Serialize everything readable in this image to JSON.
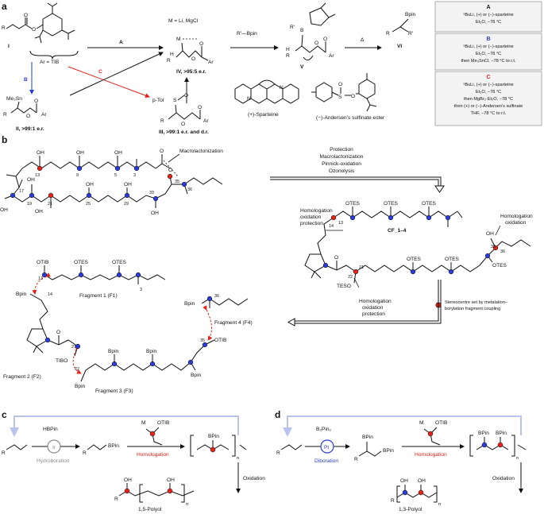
{
  "panels": [
    "a",
    "b",
    "c",
    "d"
  ],
  "a": {
    "I": "I",
    "ar_tib": "Ar = TIB",
    "route_A": "A",
    "route_B": "B",
    "route_C": "C",
    "metal": "M = Li, MgCl",
    "M": "M",
    "O": "O",
    "Ar": "Ar",
    "R": "R",
    "H": "H",
    "IV": "IV, >95:5 e.r.",
    "reagent": "R′—Bpin",
    "V": "V",
    "B": "B",
    "Rp": "R′",
    "delta": "Δ",
    "Bpin": "Bpin",
    "VI": "VI",
    "Me3Sn": "Me₃Sn",
    "II": "II, >99:1 e.r.",
    "pTol": "p-Tol",
    "S": "S",
    "III": "III, >99:1 e.r. and d.r.",
    "sparteine": "(+)-Sparteine",
    "andersen": "(−)-Andersen’s sulfinate ester",
    "boxes": [
      {
        "title": "A",
        "lines": [
          "ˢBuLi, (+) or (−)-sparteine",
          "Et₂O, −78 °C"
        ]
      },
      {
        "title": "B",
        "lines": [
          "ˢBuLi, (+) or (−)-sparteine",
          "Et₂O, −78 °C",
          "then Me₃SnCl, −78 °C  to r.t."
        ]
      },
      {
        "title": "C",
        "lines": [
          "ˢBuLi, (+) or (−)-sparteine",
          "Et₂O, −78 °C",
          "then MgBr₂·Et₂O, −78 °C",
          "then (+) or (−)-Andersen’s sulfinate",
          "THF, −78 °C to r.t."
        ]
      }
    ]
  },
  "b": {
    "OH": "OH",
    "O": "O",
    "macro": "Macrolactonization",
    "steps": [
      "Protection",
      "Macrolactonization",
      "Pinnick-oxidation",
      "Ozonolysis"
    ],
    "nums_top": [
      "13",
      "9",
      "5",
      "3",
      "35",
      "36"
    ],
    "nums_bot": [
      "17",
      "19",
      "21",
      "25",
      "29",
      "33"
    ],
    "CF": "CF_1–4",
    "OTES": "OTES",
    "TESO": "TESO",
    "hom_left": [
      "Homologation",
      "oxidation",
      "protection"
    ],
    "hom_right": [
      "Homologation",
      "oxidation"
    ],
    "hom_bottom": [
      "Homologation",
      "oxidation",
      "protection"
    ],
    "cf_nums": [
      "14",
      "13",
      "35",
      "36",
      "21",
      "22"
    ],
    "OTIB": "OTIB",
    "TIBO": "TIBO",
    "Bpin": "Bpin",
    "F1": "Fragment 1 (F1)",
    "F2": "Fragment 2 (F2)",
    "F3": "Fragment 3 (F3)",
    "F4": "Fragment 4 (F4)",
    "frag_nums": [
      "13",
      "14",
      "3",
      "36",
      "35",
      "22",
      "21"
    ],
    "legend": [
      "Stereocentre set by metalation–",
      "borylation fragment coupling"
    ]
  },
  "c": {
    "reagent": "HBPin",
    "catalyst": "Ir",
    "hydro": "Hydroboration",
    "BPin": "BPin",
    "M": "M",
    "OTIB": "OTIB",
    "homol": "Homologation",
    "n": "n",
    "R": "R",
    "oxid": "Oxidation",
    "OH": "OH",
    "product": "1,5-Polyol"
  },
  "d": {
    "reagent": "B₂Pin₂",
    "catalyst": "Pt",
    "dibor": "Diboration",
    "BPin": "BPin",
    "M": "M",
    "OTIB": "OTIB",
    "homol": "Homologation",
    "n": "n",
    "R": "R",
    "oxid": "Oxidation",
    "OH": "OH",
    "product": "1,3-Polyol"
  },
  "colors": {
    "red": "#e2231a",
    "blue": "#2b3bd6",
    "lightblue": "#b9c3ec",
    "gray": "#8a8a8a"
  }
}
